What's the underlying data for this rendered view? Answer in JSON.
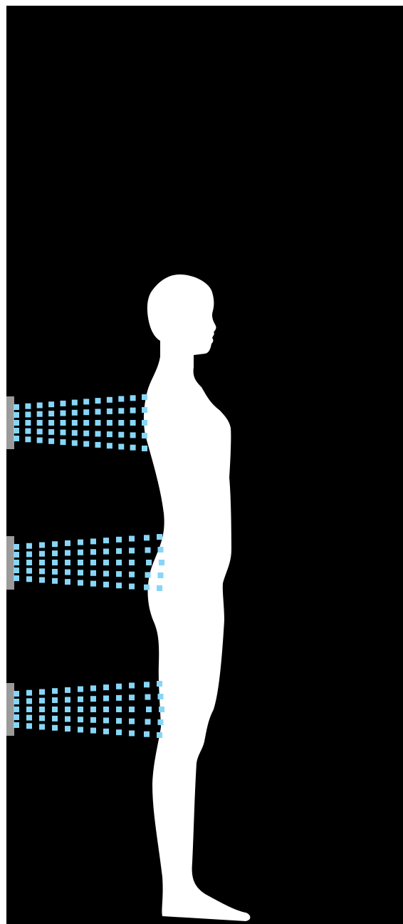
{
  "colors": {
    "background": "#000000",
    "frame": "#ffffff",
    "body_silhouette": "#ffffff",
    "emitter": "#9a9a9a",
    "beam_dots": "#87d6f7"
  },
  "scene": {
    "subject": "standing-human-silhouette-side-view",
    "emitters": [
      {
        "id": "upper-emitter",
        "target": "upper-back"
      },
      {
        "id": "middle-emitter",
        "target": "lower-back-hips"
      },
      {
        "id": "lower-emitter",
        "target": "thighs"
      }
    ]
  }
}
